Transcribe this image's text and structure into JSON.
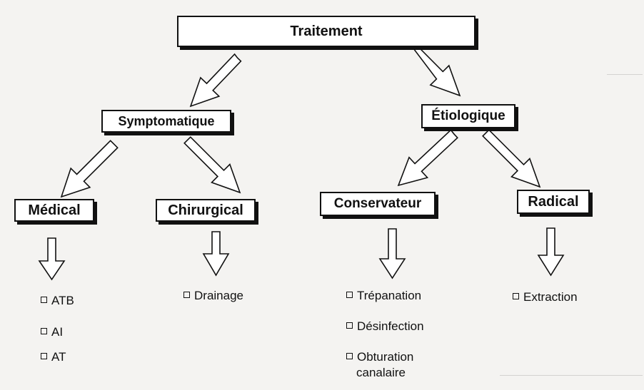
{
  "root": "Traitement",
  "level1": {
    "left": "Symptomatique",
    "right": "Étiologique"
  },
  "level2": {
    "medical": "Médical",
    "chirurgical": "Chirurgical",
    "conservateur": "Conservateur",
    "radical": "Radical"
  },
  "leaves": {
    "medical": [
      "ATB",
      "AI",
      "AT"
    ],
    "chirurgical": [
      "Drainage"
    ],
    "conservateur": [
      "Trépanation",
      "Désinfection",
      "Obturation",
      "canalaire"
    ],
    "radical": [
      "Extraction"
    ]
  },
  "colors": {
    "background": "#f4f3f1",
    "box_fill": "#ffffff",
    "stroke": "#111111"
  },
  "icons": {
    "bullet": "hollow-square-bullet-icon",
    "arrow": "outline-arrow-icon"
  }
}
